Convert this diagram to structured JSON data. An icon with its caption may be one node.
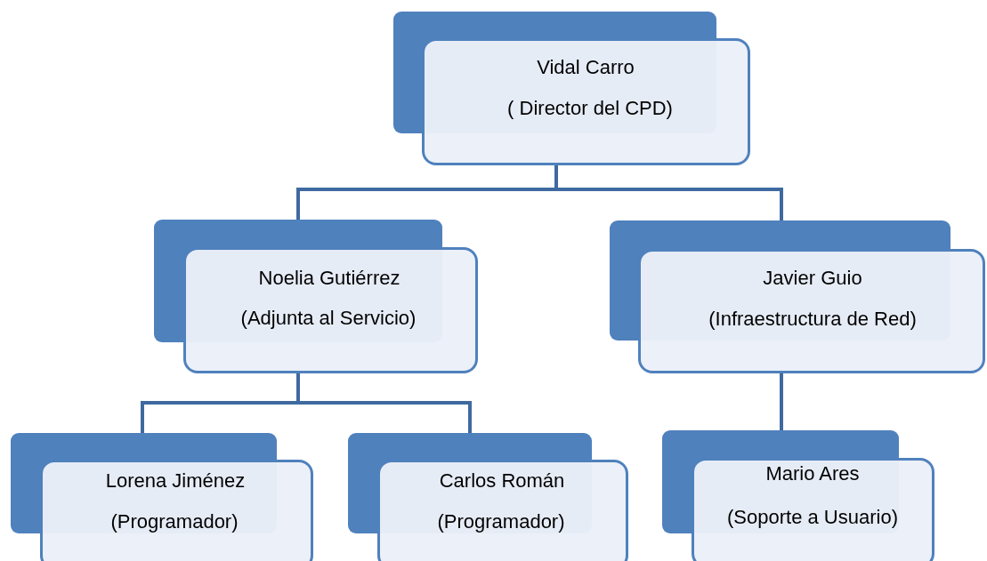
{
  "diagram": {
    "nodes": [
      {
        "text": [
          "Vidal Carro",
          "( Director del CPD)"
        ]
      },
      {
        "text": [
          "Noelia Gutiérrez",
          "(Adjunta al Servicio)"
        ]
      },
      {
        "text": [
          "Javier Guio",
          "(Infraestructura de Red)"
        ]
      },
      {
        "text": [
          "Lorena Jiménez",
          "(Programador)"
        ]
      },
      {
        "text": [
          "Carlos Román",
          "(Programador)"
        ]
      },
      {
        "text": [
          "Mario Ares",
          "(Soporte a Usuario)"
        ]
      }
    ],
    "edges": [
      {
        "from": 0,
        "to": 1,
        "arrow": "none"
      },
      {
        "from": 0,
        "to": 2,
        "arrow": "none"
      },
      {
        "from": 1,
        "to": 3,
        "arrow": "none"
      },
      {
        "from": 1,
        "to": 4,
        "arrow": "none"
      },
      {
        "from": 2,
        "to": 5,
        "arrow": "none"
      }
    ]
  }
}
